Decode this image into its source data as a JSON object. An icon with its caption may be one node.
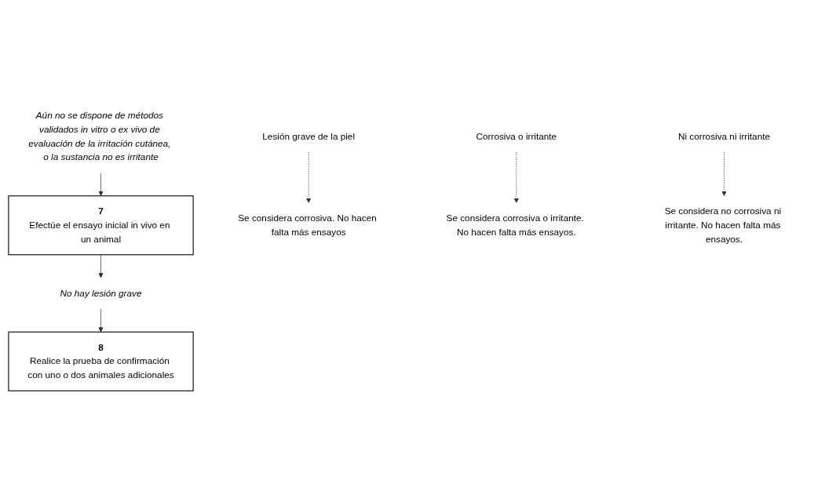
{
  "diagram": {
    "nodes": [
      {
        "text": [
          "Aún no se dispone de métodos validados in vitro o ex vivo de evaluación de la irritación cutánea, o la sustancia no es irritante"
        ]
      },
      {
        "text": [
          "7",
          "Efectúe el ensayo inicial in vivo en un animal"
        ]
      },
      {
        "text": [
          "Lesión grave de la piel"
        ]
      },
      {
        "text": [
          "Se considera corrosiva. No hacen falta más ensayos"
        ]
      },
      {
        "text": [
          "No hay lesión grave"
        ]
      },
      {
        "text": [
          "8",
          "Realice la prueba de confirmación con uno o dos animales adicionales"
        ]
      },
      {
        "text": [
          "Corrosiva o irritante"
        ]
      },
      {
        "text": [
          "Se considera corrosiva o irritante. No hacen falta más ensayos."
        ]
      },
      {
        "text": [
          "Ni corrosiva ni irritante"
        ]
      },
      {
        "text": [
          "Se considera no corrosiva ni irritante. No hacen falta más ensayos."
        ]
      }
    ],
    "edges": [
      {
        "from": 0,
        "to": 1,
        "arrow": "to"
      },
      {
        "from": 2,
        "to": 3,
        "arrow": "to",
        "style": "dashed"
      },
      {
        "from": 1,
        "to": 4,
        "arrow": "to"
      },
      {
        "from": 4,
        "to": 5,
        "arrow": "to"
      },
      {
        "from": 6,
        "to": 7,
        "arrow": "to",
        "style": "dashed"
      },
      {
        "from": 8,
        "to": 9,
        "arrow": "to",
        "style": "dashed"
      }
    ]
  }
}
